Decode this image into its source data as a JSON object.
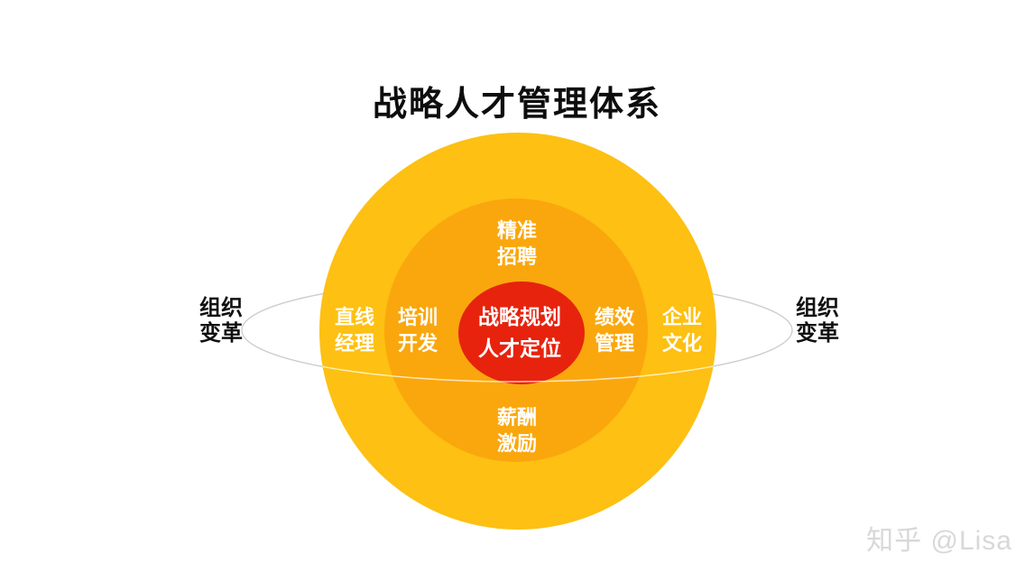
{
  "title": "战略人才管理体系",
  "watermark": "知乎 @Lisa",
  "colors": {
    "background": "#ffffff",
    "outer_ring": "#FDC013",
    "middle_ring": "#FAA70D",
    "core": "#E7230E",
    "orbit_line_back": "#cccccc",
    "orbit_line_front": "rgba(255,255,255,0.72)",
    "ring_label_text": "#ffffff",
    "orbit_label_text": "#111111",
    "title_text": "#0d0d0d",
    "watermark_text": "#d8d8d8"
  },
  "diagram": {
    "core": {
      "line1": "战略规划",
      "line2": "人才定位"
    },
    "middle_ring": {
      "top": {
        "line1": "精准",
        "line2": "招聘"
      },
      "bottom": {
        "line1": "薪酬",
        "line2": "激励"
      },
      "left": {
        "line1": "培训",
        "line2": "开发"
      },
      "right": {
        "line1": "绩效",
        "line2": "管理"
      }
    },
    "outer_ring": {
      "left": {
        "line1": "直线",
        "line2": "经理"
      },
      "right": {
        "line1": "企业",
        "line2": "文化"
      }
    },
    "orbit": {
      "left_label": {
        "line1": "组织",
        "line2": "变革"
      },
      "right_label": {
        "line1": "组织",
        "line2": "变革"
      }
    }
  }
}
